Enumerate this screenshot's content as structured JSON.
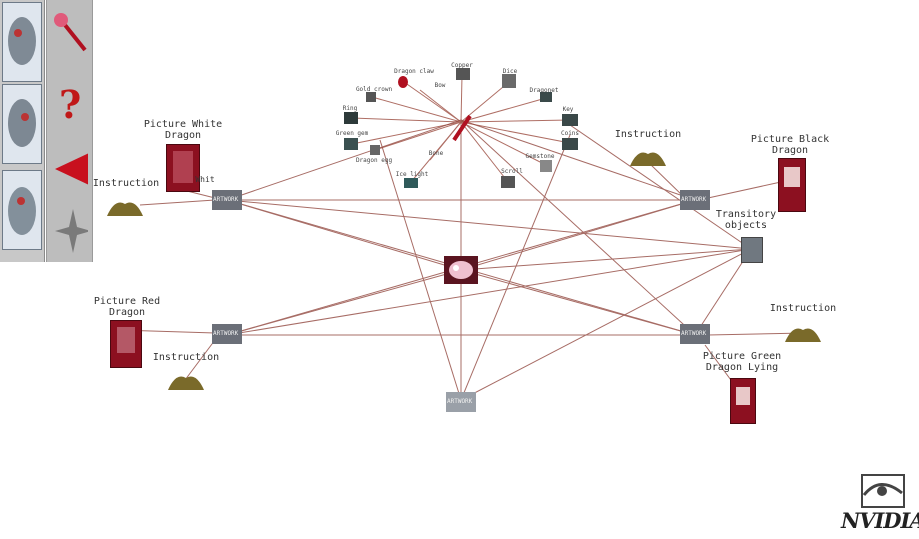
{
  "colors": {
    "link": "#8a3b32",
    "link_light": "#e6b3aa",
    "hub_frame": "#6b6f78",
    "picture": "#8c1020",
    "book": "#7a6a2a"
  },
  "toolbar": {
    "thumbnails": [
      "dragon-thumbnail-1",
      "dragon-thumbnail-2",
      "dragon-thumbnail-3"
    ],
    "tools": [
      "magic-wand-icon",
      "question-mark-icon",
      "back-arrow-icon",
      "star-compass-icon"
    ]
  },
  "diagram": {
    "hub_label": "ARTWORK",
    "nodes": {
      "picture_white_dragon": "Picture White Dragon",
      "instruction_white": "Instruction",
      "instruction_black": "Instruction",
      "picture_black_dragon": "Picture Black Dragon",
      "transitory_objects": "Transitory objects",
      "picture_red_dragon": "Picture Red Dragon",
      "instruction_red": "Instruction",
      "instruction_green": "Instruction",
      "picture_green_dragon": "Picture Green Dragon Lying",
      "white_fragment": "Whit"
    },
    "cluster_labels": [
      "Copper",
      "Dice",
      "Dragonet",
      "Gold crown",
      "Dragon claw",
      "Key",
      "Green gem",
      "Ring",
      "Dragon egg",
      "Ice light",
      "Scroll",
      "Gemstone",
      "Coins",
      "Bone",
      "Bow"
    ]
  },
  "brand": {
    "text": "NVIDIA"
  }
}
